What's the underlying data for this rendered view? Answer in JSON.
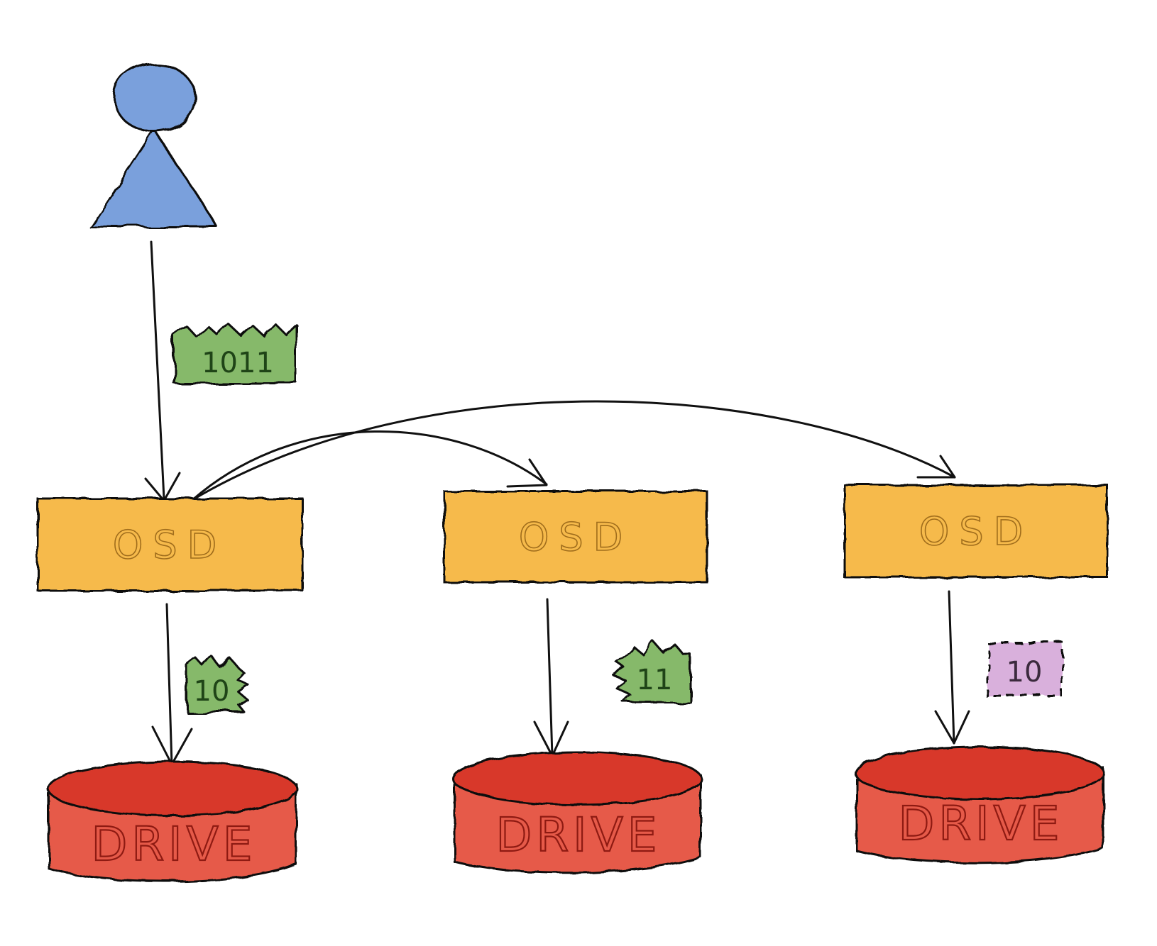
{
  "colors": {
    "client": "#7aa0dc",
    "osd": "#f6ba4b",
    "drive": "#e65a48",
    "drive_top": "#d8392b",
    "data_chunk": "#86b96b",
    "parity_chunk": "#d9b0dc",
    "ink": "#111111"
  },
  "icons": {
    "client": "person-icon"
  },
  "payload": {
    "label": "1011"
  },
  "osds": [
    {
      "label": "OSD"
    },
    {
      "label": "OSD"
    },
    {
      "label": "OSD"
    }
  ],
  "chunks": [
    {
      "label": "10",
      "kind": "data"
    },
    {
      "label": "11",
      "kind": "data"
    },
    {
      "label": "10",
      "kind": "parity"
    }
  ],
  "drives": [
    {
      "label": "DRIVE"
    },
    {
      "label": "DRIVE"
    },
    {
      "label": "DRIVE"
    }
  ]
}
